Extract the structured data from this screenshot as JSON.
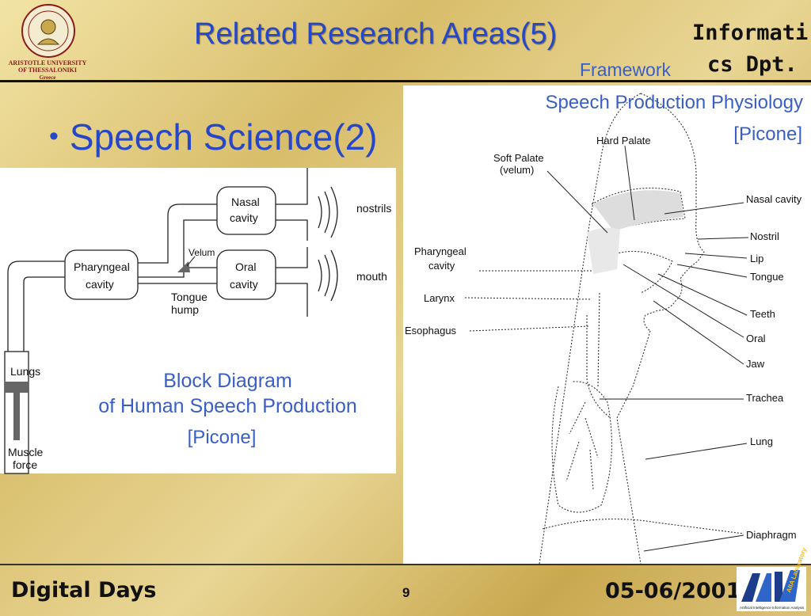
{
  "header": {
    "university_line1": "ARISTOTLE UNIVERSITY",
    "university_line2": "OF THESSALONIKI",
    "university_line3": "Greece",
    "title": "Related Research Areas(5)",
    "dept_line1": "Informati",
    "dept_line2": "cs Dpt.",
    "subtitle": "Framework"
  },
  "bullet": {
    "text": "Speech Science(2)"
  },
  "block_diagram": {
    "labels": {
      "lungs": "Lungs",
      "muscle_force_1": "Muscle",
      "muscle_force_2": "force",
      "pharyngeal_1": "Pharyngeal",
      "pharyngeal_2": "cavity",
      "nasal_1": "Nasal",
      "nasal_2": "cavity",
      "oral_1": "Oral",
      "oral_2": "cavity",
      "velum": "Velum",
      "tongue_1": "Tongue",
      "tongue_2": "hump",
      "nostrils": "nostrils",
      "mouth": "mouth"
    },
    "caption_line1": "Block Diagram",
    "caption_line2": "of Human Speech Production",
    "citation": "[Picone]"
  },
  "physiology": {
    "title": "Speech Production Physiology",
    "citation": "[Picone]",
    "labels": {
      "hard_palate": "Hard Palate",
      "soft_palate_1": "Soft Palate",
      "soft_palate_2": "(velum)",
      "nasal_cavity": "Nasal cavity",
      "nostril": "Nostril",
      "lip": "Lip",
      "tongue": "Tongue",
      "teeth": "Teeth",
      "oral": "Oral",
      "jaw": "Jaw",
      "trachea": "Trachea",
      "lung": "Lung",
      "diaphragm": "Diaphragm",
      "pharyngeal_1": "Pharyngeal",
      "pharyngeal_2": "cavity",
      "larynx": "Larynx",
      "esophagus": "Esophagus"
    }
  },
  "footer": {
    "left": "Digital Days",
    "page_number": "9",
    "date": "05-06/2001",
    "lab_logo_text": "AIIA Laboratory",
    "lab_logo_caption": "Artificial Intelligence Information Analysis"
  },
  "colors": {
    "title_blue": "#2747c9",
    "caption_blue": "#3a5fc4",
    "university_red": "#8b1a1a",
    "background_gold": "#d8bd6a"
  }
}
